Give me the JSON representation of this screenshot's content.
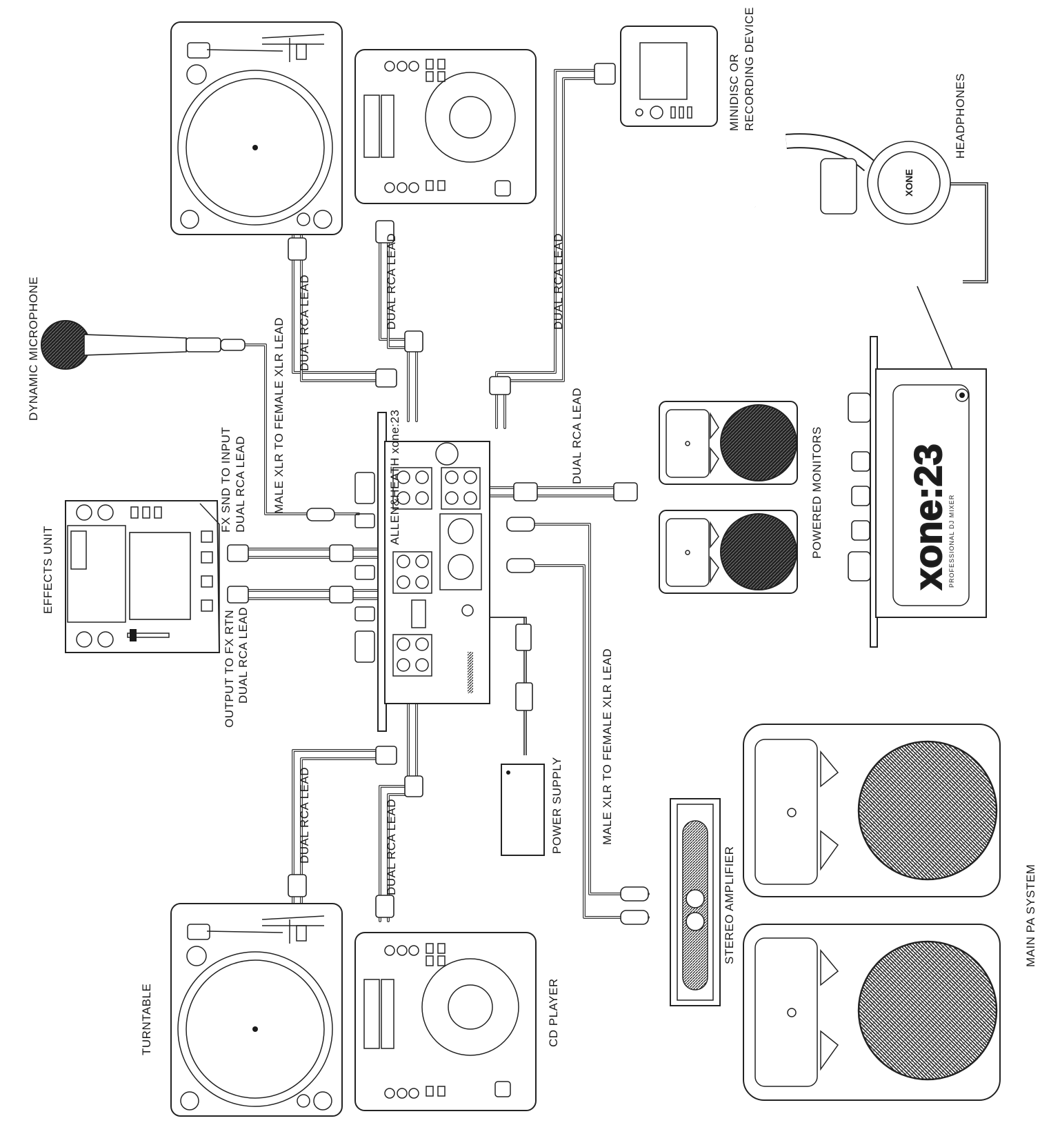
{
  "labels": {
    "dynamic_microphone": "DYNAMIC MICROPHONE",
    "effects_unit": "EFFECTS UNIT",
    "fx_snd": "FX SND TO INPUT",
    "fx_snd_lead": "DUAL RCA LEAD",
    "fx_rtn": "OUTPUT TO FX RTN",
    "fx_rtn_lead": "DUAL RCA LEAD",
    "mic_lead": "MALE XLR TO FEMALE XLR LEAD",
    "rca_tt1": "DUAL RCA LEAD",
    "rca_cd1": "DUAL RCA LEAD",
    "rca_rec": "DUAL RCA LEAD",
    "rca_monitors": "DUAL RCA LEAD",
    "rca_tt2": "DUAL RCA LEAD",
    "rca_cd2": "DUAL RCA LEAD",
    "minidisc_1": "MINIDISC OR",
    "minidisc_2": "RECORDING DEVICE",
    "headphones": "HEADPHONES",
    "powered_monitors": "POWERED MONITORS",
    "power_supply": "POWER SUPPLY",
    "xlr_amp_lead": "MALE XLR TO FEMALE XLR LEAD",
    "stereo_amplifier": "STEREO AMPLIFIER",
    "main_pa": "MAIN PA SYSTEM",
    "turntable": "TURNTABLE",
    "cd_player": "CD PLAYER"
  },
  "mixer_panel": {
    "logo": "xone:23",
    "subtitle": "PROFESSIONAL DJ MIXER",
    "rear_logo": "ALLEN&HEATH xone:23"
  },
  "headphone_brand": "XONE"
}
